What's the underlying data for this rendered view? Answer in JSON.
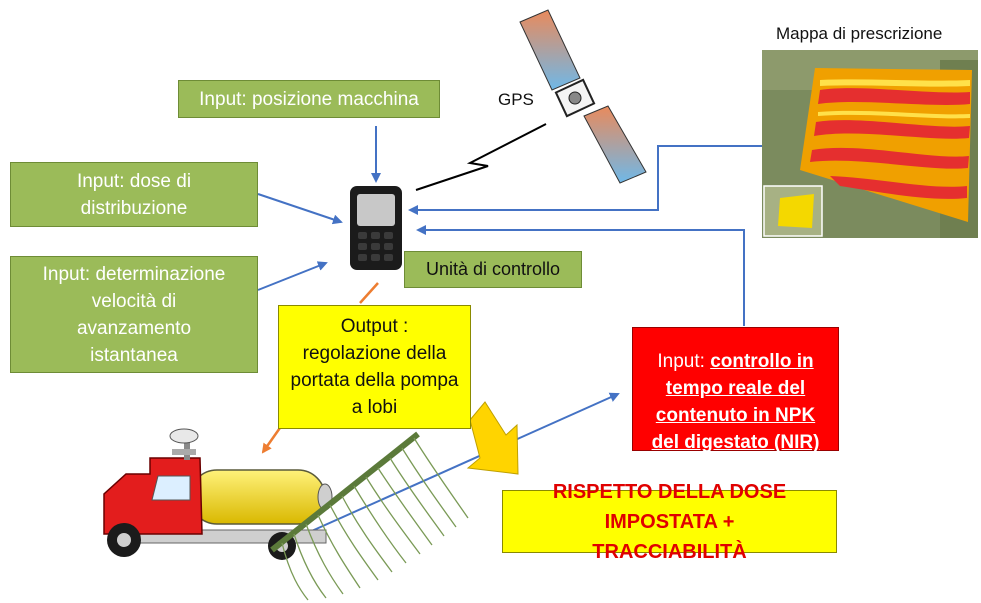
{
  "satellite_label": "GPS",
  "map_title": "Mappa di prescrizione",
  "inputs": {
    "position": "Input: posizione macchina",
    "dose": "Input: dose di distribuzione",
    "speed": "Input: determinazione velocità di avanzamento istantanea"
  },
  "control_unit": "Unità di controllo",
  "output": "Output : regolazione della portata della pompa a lobi",
  "nir": {
    "prefix": "Input: ",
    "text": "controllo in tempo reale del contenuto in NPK del digestato (NIR)"
  },
  "result": "RISPETTO DELLA DOSE IMPOSTATA + TRACCIABILITÀ",
  "colors": {
    "input_fill": "#9bbb59",
    "output_fill": "#ffff00",
    "nir_fill": "#ff0000",
    "result_text": "#e00000",
    "arrow_blue": "#4472c4",
    "arrow_orange": "#ed7d31"
  }
}
